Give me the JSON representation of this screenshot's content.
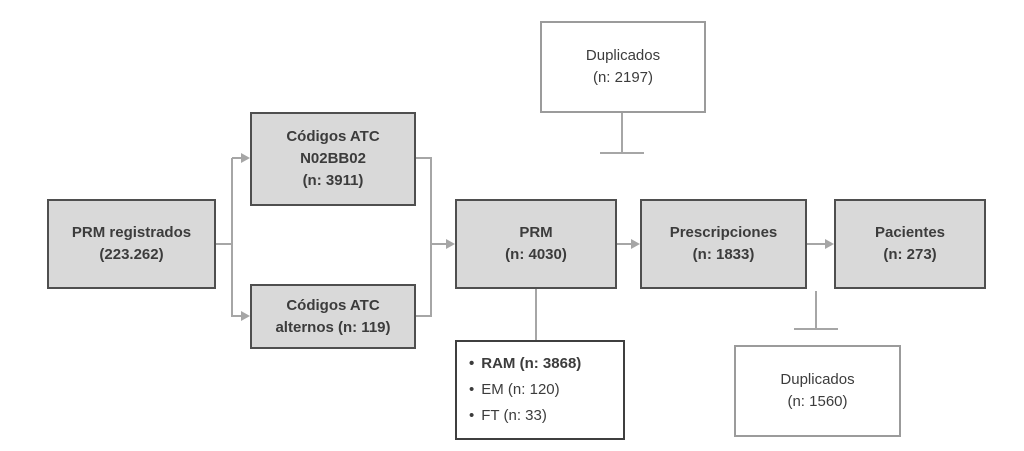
{
  "colors": {
    "box_fill": "#d9d9d9",
    "box_border": "#4f4f4f",
    "white_box_border": "#9b9b9b",
    "detail_box_border": "#3f3f3f",
    "connector": "#a6a6a6",
    "text": "#3c3c3c"
  },
  "boxes": {
    "prm_registrados": {
      "lines": [
        "PRM registrados",
        "(223.262)"
      ]
    },
    "codigos_atc_principal": {
      "lines": [
        "Códigos ATC",
        "N02BB02",
        "(n: 3911)"
      ]
    },
    "codigos_atc_alternos": {
      "lines": [
        "Códigos ATC",
        "alternos (n: 119)"
      ]
    },
    "prm": {
      "lines": [
        "PRM",
        "(n: 4030)"
      ]
    },
    "prescripciones": {
      "lines": [
        "Prescripciones",
        "(n: 1833)"
      ]
    },
    "pacientes": {
      "lines": [
        "Pacientes",
        "(n: 273)"
      ]
    },
    "duplicados_superior": {
      "lines": [
        "Duplicados",
        "(n: 2197)"
      ]
    },
    "duplicados_inferior": {
      "lines": [
        "Duplicados",
        "(n: 1560)"
      ]
    },
    "detalle_prm": {
      "items": [
        "RAM (n: 3868)",
        "EM (n: 120)",
        "FT (n: 33)"
      ]
    }
  }
}
